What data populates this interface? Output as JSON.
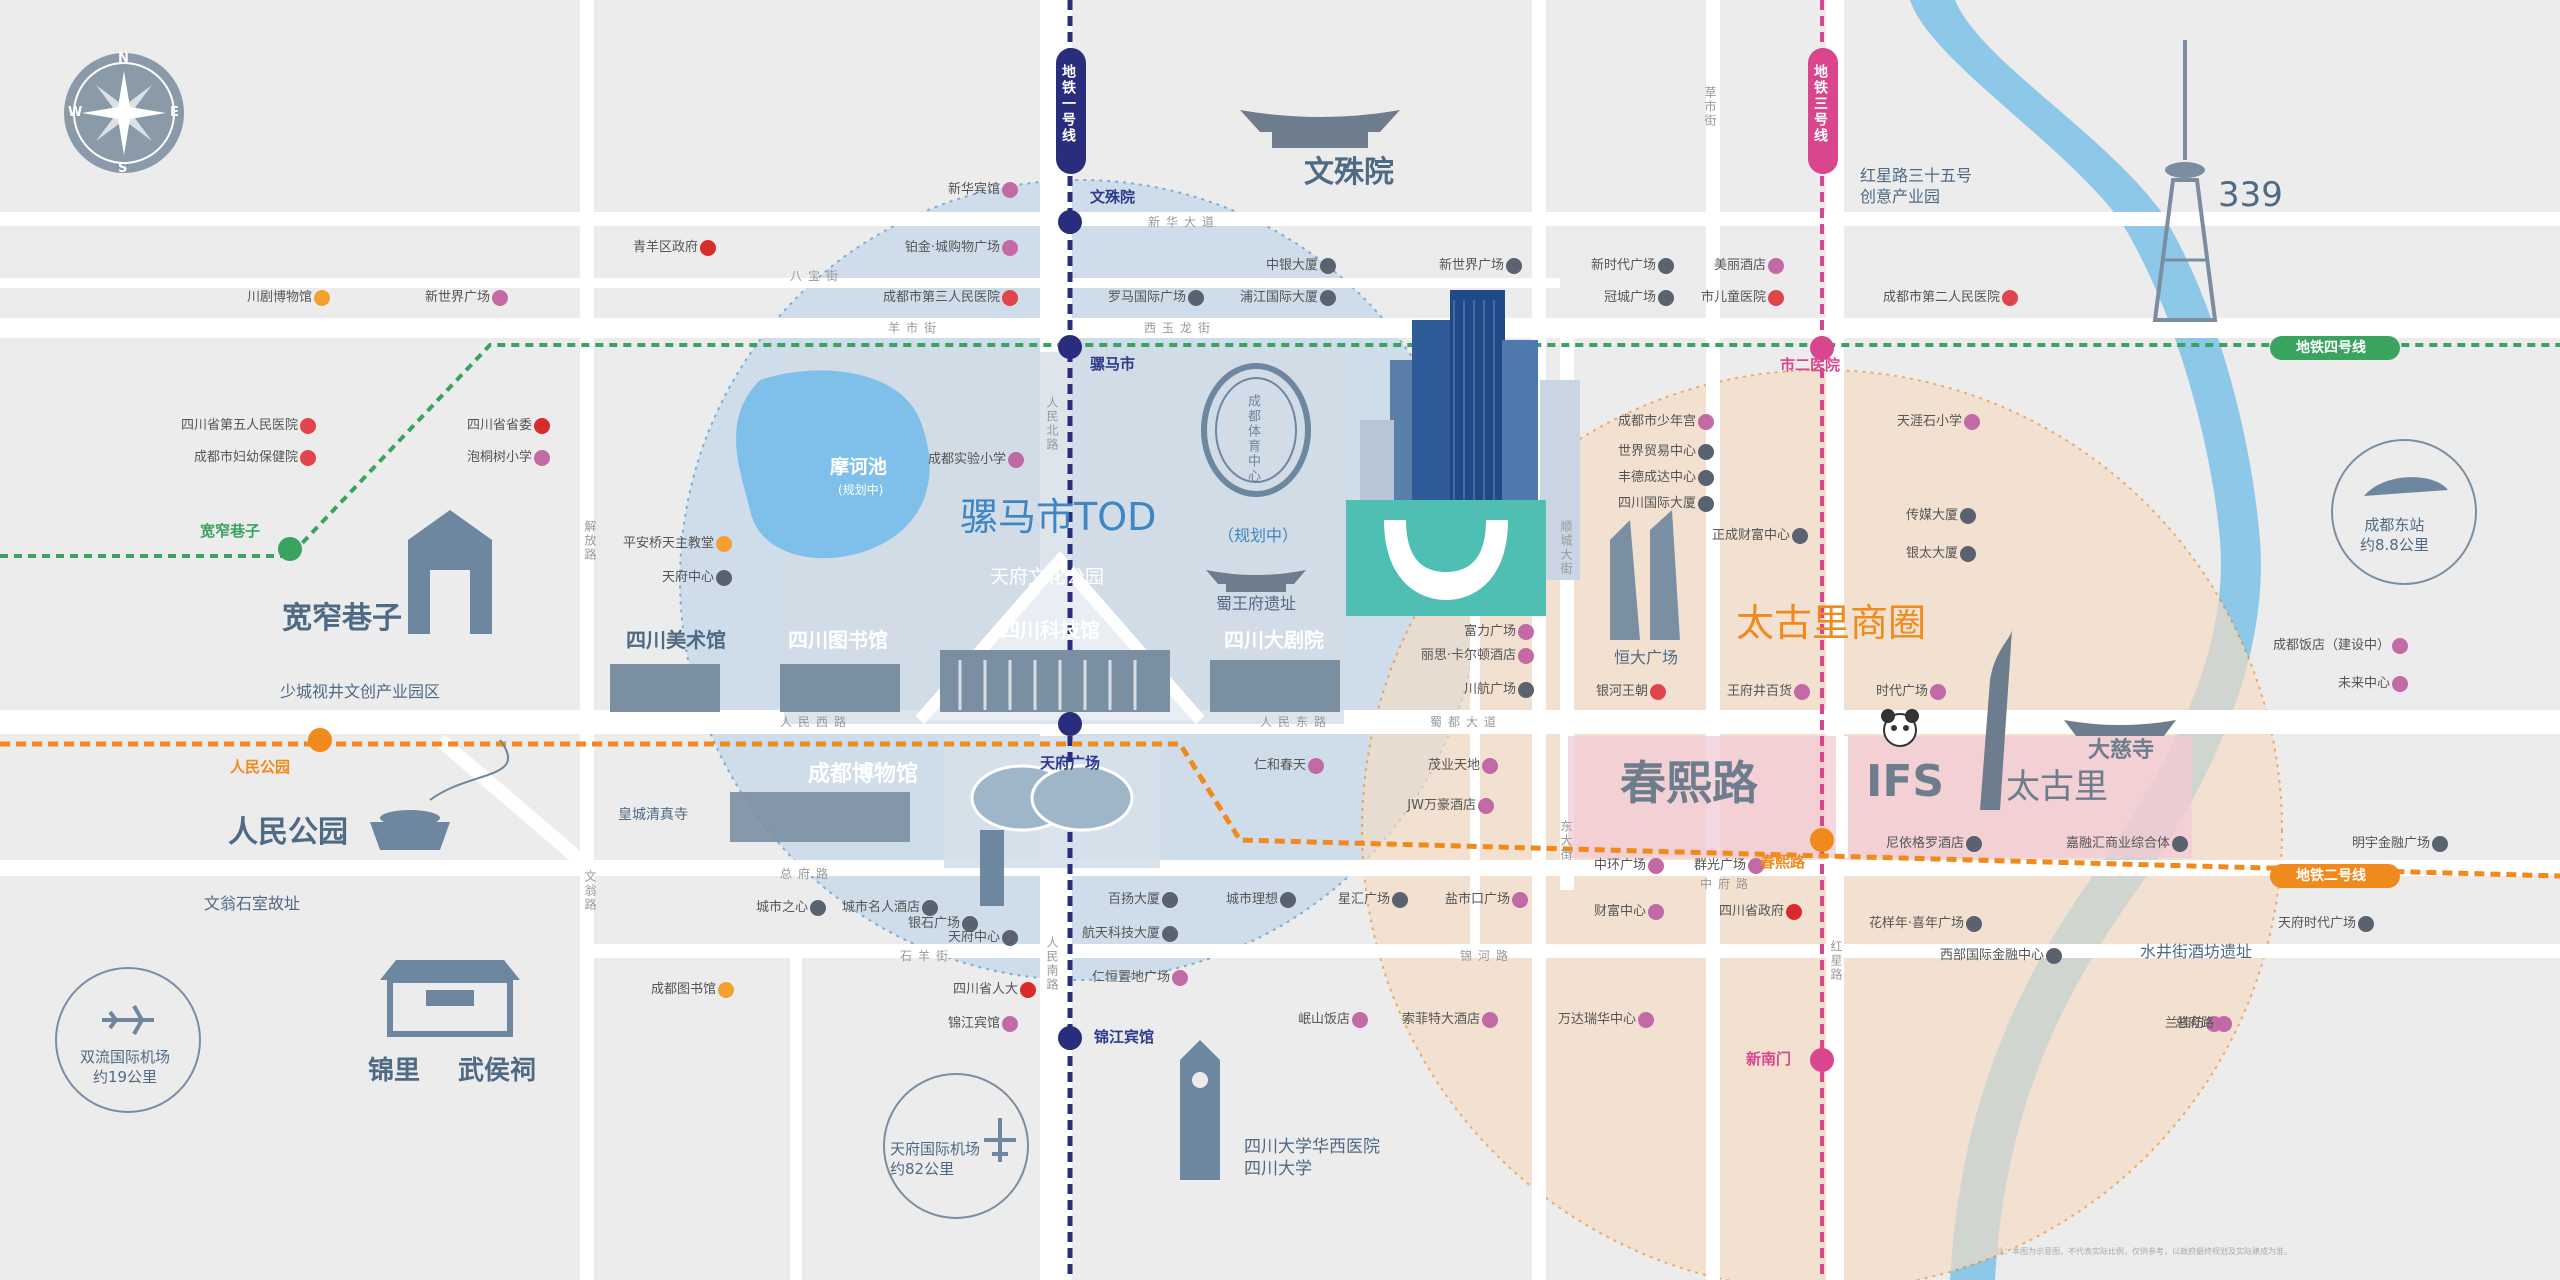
{
  "colors": {
    "background": "#ececec",
    "road": "#ffffff",
    "line1": "#2a2c7e",
    "line2": "#f08a1c",
    "line3": "#d9468e",
    "line4": "#3aa35f",
    "river": "#8ec8e8",
    "tod_circle": "#c3d8ea",
    "taikoo_circle": "#f8dcc2",
    "project": "#4fbfb4",
    "poi_hospital": "#e0454e",
    "poi_school": "#c26aa6",
    "poi_mall": "#c26aa6",
    "poi_culture": "#f3a030",
    "poi_gov": "#d82c2c",
    "poi_office": "#5a6270"
  },
  "compass": {
    "n": "N",
    "s": "S",
    "w": "W",
    "e": "E"
  },
  "metro_lines": {
    "line1": "地铁一号线",
    "line2": "地铁二号线",
    "line3": "地铁三号线",
    "line4": "地铁四号线"
  },
  "stations": {
    "wenshuyuan": "文殊院",
    "luomashi": "骡马市",
    "tianfu_square": "天府广场",
    "jinjiang_hotel": "锦江宾馆",
    "shi_er_yiyuan": "市二医院",
    "chunxi_road": "春熙路",
    "xinnanmen": "新南门",
    "kuanzhai": "宽窄巷子",
    "renmin_park": "人民公园"
  },
  "streets": {
    "xinhua": "新华大道",
    "babao": "八宝街",
    "yangshi": "羊市街",
    "xiyulong": "西玉龙街",
    "renmin_north": "人民北路",
    "renmin_south": "人民南路",
    "renmin_west": "人民西路",
    "renmin_east": "人民东路",
    "shudu": "蜀都大道",
    "caoshi": "草市街",
    "jiefang": "解放路",
    "dongcheng": "顺城大街",
    "zhongfu": "中府路",
    "hongxing": "红星路",
    "dongda": "东大街",
    "jinhe": "锦河路",
    "shiyan": "石羊街",
    "wenweng": "文翁路",
    "fenghuang": "总府路"
  },
  "landmarks": {
    "wenshu_temple": "文殊院",
    "tower_339": "339",
    "hongxing35": "红星路三十五号\n创意产业园",
    "moheichi": "摩诃池",
    "moheichi_sub": "(规划中)",
    "luomashi_tod": "骡马市TOD",
    "tianfu_culture_park": "天府文化公园",
    "sports_center": "成都体育中心",
    "planning": "（规划中）",
    "shuwang_fu": "蜀王府遗址",
    "kuanzhai_alley": "宽窄巷子",
    "sc_art_museum": "四川美术馆",
    "sc_library": "四川图书馆",
    "sc_sci_museum": "四川科技馆",
    "sc_theatre": "四川大剧院",
    "cd_museum": "成都博物馆",
    "renmin_park": "人民公园",
    "shaocheng": "少城视井文创产业园区",
    "wenweng_hall": "文翁石室故址",
    "huangcheng_mosque": "皇城清真寺",
    "jinli": "锦里",
    "wuhouci": "武侯祠",
    "sc_uni": "四川大学华西医院\n四川大学",
    "taikoo_district": "太古里商圈",
    "hengda": "恒大广场",
    "chunxi": "春熙路",
    "ifs": "IFS",
    "taikoo": "太古里",
    "daci_temple": "大慈寺",
    "shuijing": "水井街酒坊遗址",
    "shuangliu": "双流国际机场\n约19公里",
    "tianfu_airport": "天府国际机场\n约82公里",
    "east_station": "成都东站\n约8.8公里"
  },
  "pois": [
    {
      "id": "xinhua-hotel",
      "name": "新华宾馆",
      "type": "mall"
    },
    {
      "id": "qingyang-gov",
      "name": "青羊区政府",
      "type": "gov"
    },
    {
      "id": "jinsha-mall",
      "name": "铂金·城购物广场",
      "type": "mall"
    },
    {
      "id": "cd3-hospital",
      "name": "成都市第三人民医院",
      "type": "hospital"
    },
    {
      "id": "chuanju",
      "name": "川剧博物馆",
      "type": "culture"
    },
    {
      "id": "xinshijie",
      "name": "新世界广场",
      "type": "mall"
    },
    {
      "id": "zhongyin",
      "name": "中银大厦",
      "type": "office"
    },
    {
      "id": "luode",
      "name": "罗马国际广场",
      "type": "office"
    },
    {
      "id": "pujiang",
      "name": "浦江国际大厦",
      "type": "office"
    },
    {
      "id": "xinshijie2",
      "name": "新世界广场",
      "type": "office"
    },
    {
      "id": "sc5-hospital",
      "name": "四川省第五人民医院",
      "type": "hospital"
    },
    {
      "id": "cd-maternal",
      "name": "成都市妇幼保健院",
      "type": "hospital"
    },
    {
      "id": "sc-committee",
      "name": "四川省省委",
      "type": "gov"
    },
    {
      "id": "paotongshu",
      "name": "泡桐树小学",
      "type": "school"
    },
    {
      "id": "cd-school",
      "name": "成都实验小学",
      "type": "school"
    },
    {
      "id": "pingan-church",
      "name": "平安桥天主教堂",
      "type": "culture"
    },
    {
      "id": "tianfu-center",
      "name": "天府中心",
      "type": "office"
    },
    {
      "id": "xinshidai",
      "name": "新时代广场",
      "type": "office"
    },
    {
      "id": "guancheng",
      "name": "冠城广场",
      "type": "office"
    },
    {
      "id": "cd-teen",
      "name": "成都市少年宫",
      "type": "school"
    },
    {
      "id": "world-trade",
      "name": "世界贸易中心",
      "type": "office"
    },
    {
      "id": "fengde",
      "name": "丰德成达中心",
      "type": "office"
    },
    {
      "id": "sc-intl",
      "name": "四川国际大厦",
      "type": "office"
    },
    {
      "id": "zhengcheng",
      "name": "正成财富中心",
      "type": "office"
    },
    {
      "id": "fuli",
      "name": "富力广场",
      "type": "mall"
    },
    {
      "id": "ritz",
      "name": "丽思·卡尔顿酒店",
      "type": "mall"
    },
    {
      "id": "chuanhang",
      "name": "川航广场",
      "type": "office"
    },
    {
      "id": "yinhe-wangchao",
      "name": "银河王朝",
      "type": "hospital"
    },
    {
      "id": "wangfujing",
      "name": "王府井百货",
      "type": "mall"
    },
    {
      "id": "shiji-hotel",
      "name": "美丽酒店",
      "type": "school"
    },
    {
      "id": "city-edu",
      "name": "市儿童医院",
      "type": "hospital"
    },
    {
      "id": "cd2-hospital",
      "name": "成都市第二人民医院",
      "type": "hospital"
    },
    {
      "id": "tianyashi",
      "name": "天涯石小学",
      "type": "school"
    },
    {
      "id": "chuanyuan",
      "name": "传媒大厦",
      "type": "office"
    },
    {
      "id": "yintai",
      "name": "银太大厦",
      "type": "office"
    },
    {
      "id": "shidai-plaza",
      "name": "时代广场",
      "type": "mall"
    },
    {
      "id": "chengdu-hotel",
      "name": "成都饭店（建设中）",
      "type": "mall"
    },
    {
      "id": "weilai",
      "name": "未来中心",
      "type": "mall"
    },
    {
      "id": "renhe",
      "name": "仁和春天",
      "type": "mall"
    },
    {
      "id": "maoye",
      "name": "茂业天地",
      "type": "mall"
    },
    {
      "id": "jw",
      "name": "JW万豪酒店",
      "type": "mall"
    },
    {
      "id": "zhongshan",
      "name": "中环广场",
      "type": "mall"
    },
    {
      "id": "qunguang",
      "name": "群光广场",
      "type": "mall"
    },
    {
      "id": "caifu",
      "name": "财富中心",
      "type": "mall"
    },
    {
      "id": "sc-gov",
      "name": "四川省政府",
      "type": "gov"
    },
    {
      "id": "nijiatuo",
      "name": "尼依格罗酒店",
      "type": "office"
    },
    {
      "id": "jiahui",
      "name": "嘉融汇商业综合体",
      "type": "office"
    },
    {
      "id": "mingyu",
      "name": "明宇金融广场",
      "type": "office"
    },
    {
      "id": "huaqiao",
      "name": "花样年·喜年广场",
      "type": "office"
    },
    {
      "id": "xibu-fin",
      "name": "西部国际金融中心",
      "type": "office"
    },
    {
      "id": "tianfu-shidai",
      "name": "天府时代广场",
      "type": "office"
    },
    {
      "id": "zongfu",
      "name": "总府路",
      "type": "mall"
    },
    {
      "id": "chengshi-center",
      "name": "城市之心",
      "type": "office"
    },
    {
      "id": "chengshi-ming",
      "name": "城市名人酒店",
      "type": "office"
    },
    {
      "id": "jiayou",
      "name": "银石广场",
      "type": "office"
    },
    {
      "id": "tianfu-center2",
      "name": "天府中心",
      "type": "office"
    },
    {
      "id": "bailian",
      "name": "百扬大厦",
      "type": "office"
    },
    {
      "id": "chengshi-zhiguang",
      "name": "城市理想",
      "type": "office"
    },
    {
      "id": "xinghui",
      "name": "星汇广场",
      "type": "office"
    },
    {
      "id": "hangtian",
      "name": "航天科技大厦",
      "type": "office"
    },
    {
      "id": "yanshi",
      "name": "盐市口广场",
      "type": "mall"
    },
    {
      "id": "sc-npc",
      "name": "四川省人大",
      "type": "gov"
    },
    {
      "id": "jinjiang-hotel",
      "name": "锦江宾馆",
      "type": "mall"
    },
    {
      "id": "renmin-mall",
      "name": "仁恒置地广场",
      "type": "mall"
    },
    {
      "id": "minshan",
      "name": "岷山饭店",
      "type": "mall"
    },
    {
      "id": "suofeite",
      "name": "索菲特大酒店",
      "type": "mall"
    },
    {
      "id": "wanda",
      "name": "万达瑞华中心",
      "type": "mall"
    },
    {
      "id": "cd-library",
      "name": "成都图书馆",
      "type": "culture"
    },
    {
      "id": "lanting",
      "name": "兰桂坊",
      "type": "mall"
    }
  ],
  "footnote": "注：本图为示意图，不代表实际比例，仅供参考，以政府最终规划及实际建成为准。"
}
